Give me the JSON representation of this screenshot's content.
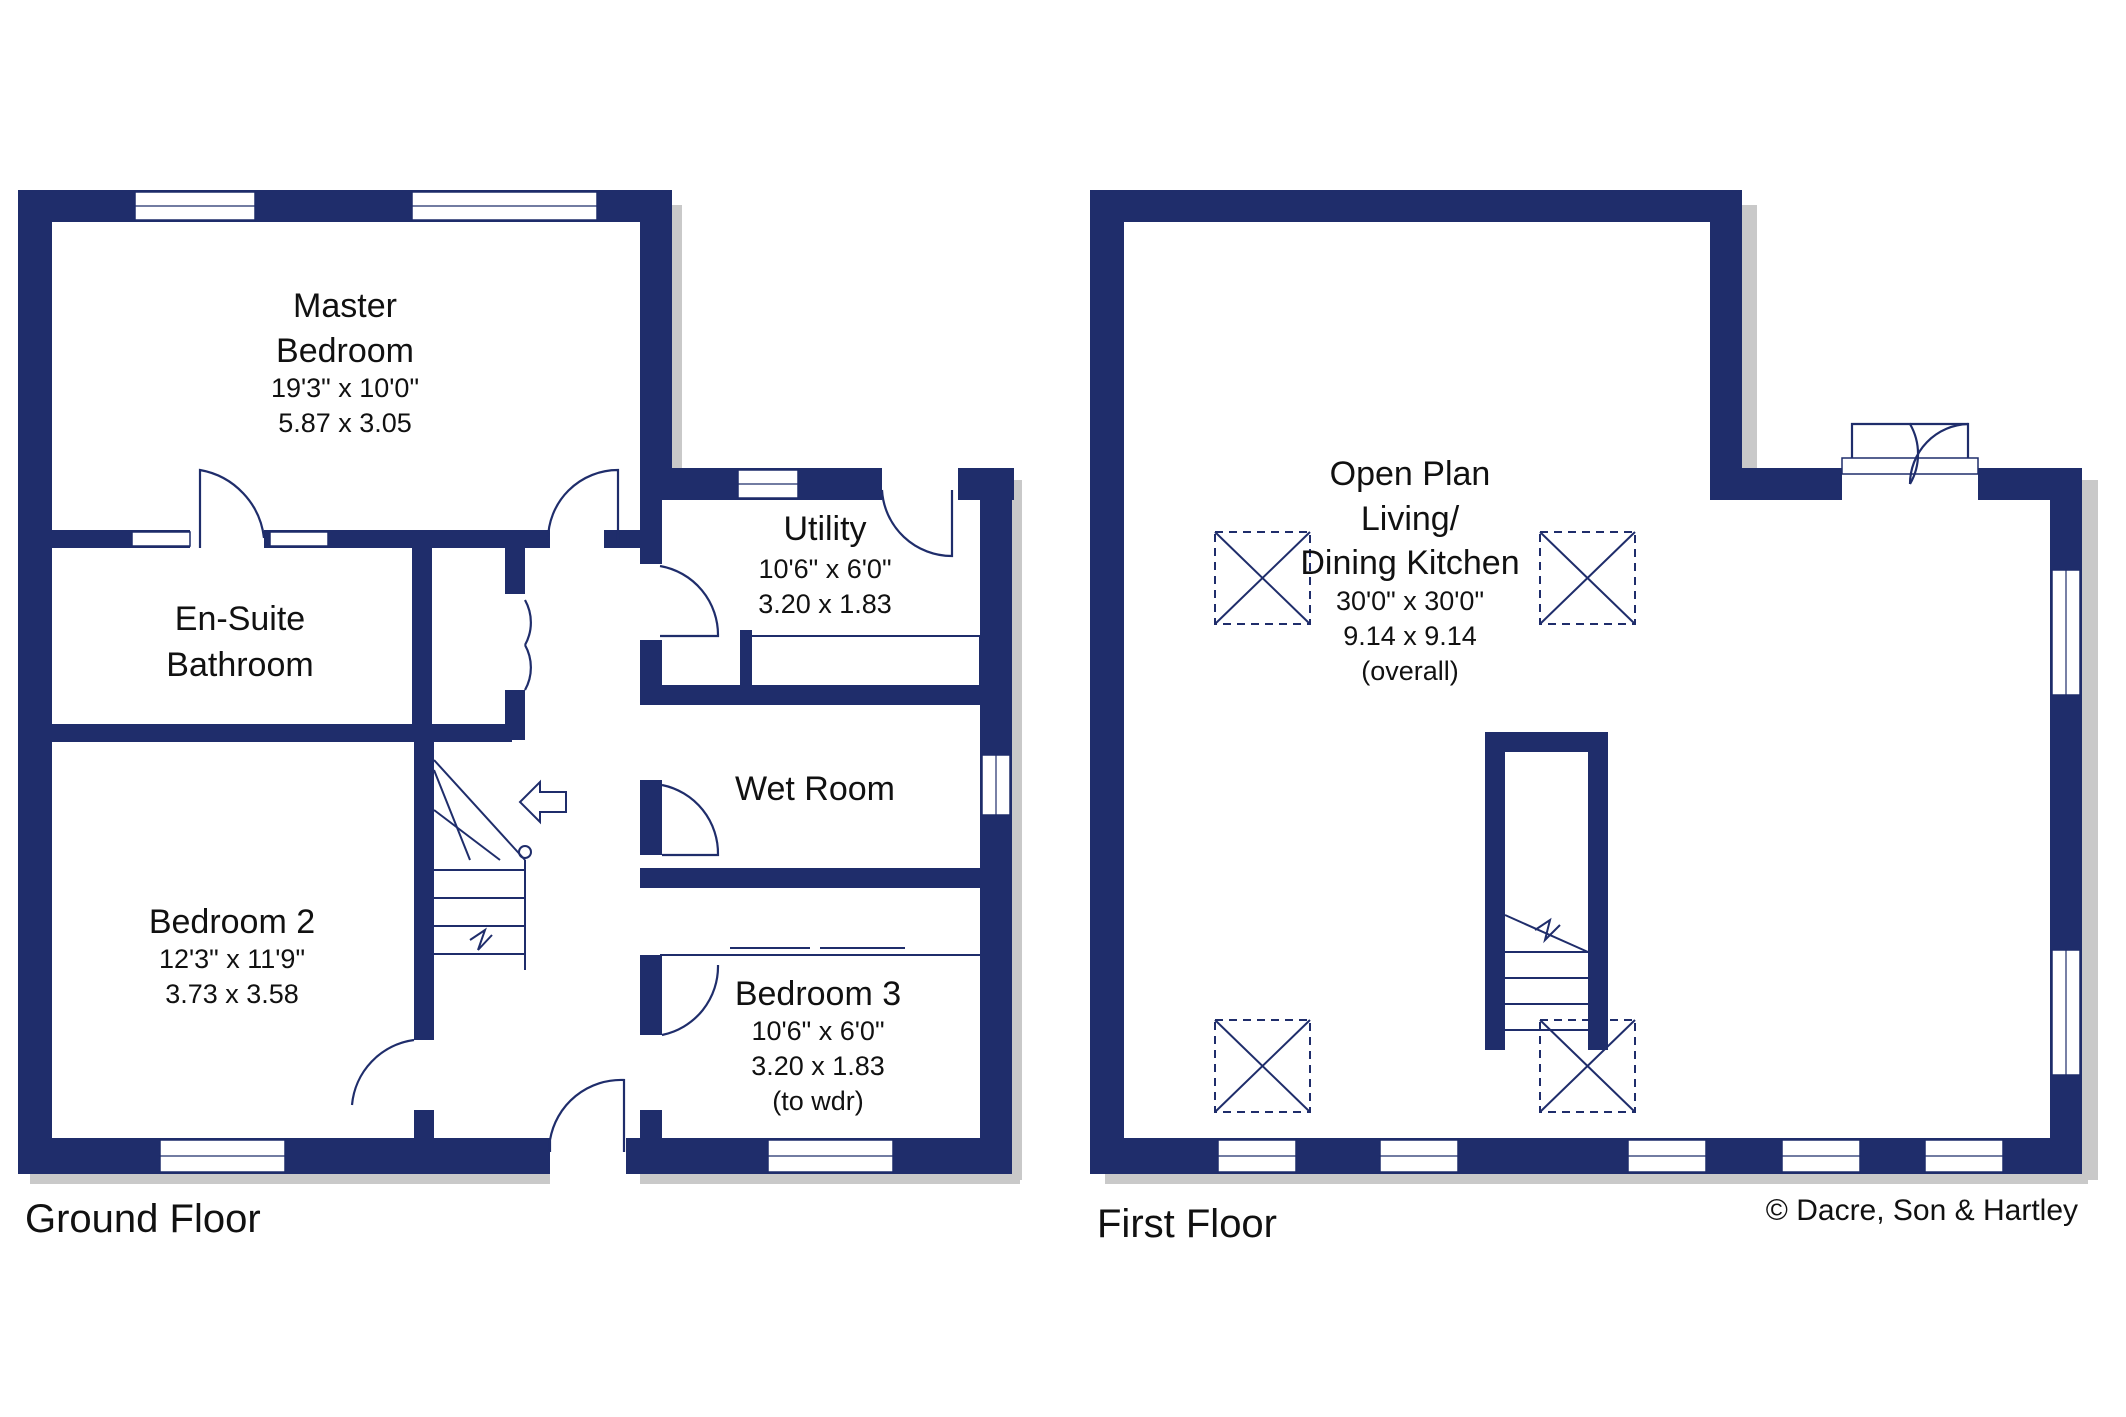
{
  "ground_floor": {
    "caption": "Ground Floor",
    "rooms": {
      "master_bedroom": {
        "name_l1": "Master",
        "name_l2": "Bedroom",
        "dim_imperial": "19'3\"  x  10'0\"",
        "dim_metric": "5.87  x  3.05"
      },
      "en_suite": {
        "name_l1": "En-Suite",
        "name_l2": "Bathroom"
      },
      "utility": {
        "name": "Utility",
        "dim_imperial": "10'6\"  x   6'0\"",
        "dim_metric": "3.20  x  1.83"
      },
      "wet_room": {
        "name": "Wet Room"
      },
      "bedroom_2": {
        "name": "Bedroom 2",
        "dim_imperial": "12'3\"  x  11'9\"",
        "dim_metric": "3.73  x  3.58"
      },
      "bedroom_3": {
        "name": "Bedroom 3",
        "dim_imperial": "10'6\"  x   6'0\"",
        "dim_metric": "3.20  x  1.83",
        "note": "(to wdr)"
      }
    }
  },
  "first_floor": {
    "caption": "First Floor",
    "rooms": {
      "open_plan": {
        "name_l1": "Open Plan",
        "name_l2": "Living/",
        "name_l3": "Dining Kitchen",
        "dim_imperial": "30'0\"  x  30'0\"",
        "dim_metric": "9.14  x  9.14",
        "note": "(overall)"
      }
    }
  },
  "copyright": "© Dacre, Son & Hartley",
  "colors": {
    "wall": "#1f2d6b",
    "shadow": "#c9c9c9",
    "background": "#ffffff"
  }
}
